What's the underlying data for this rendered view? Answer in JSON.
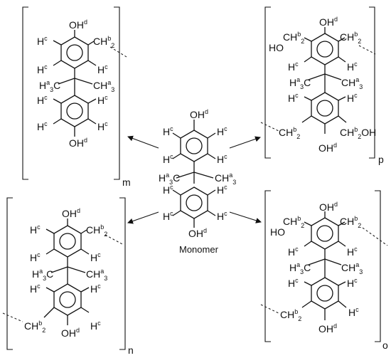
{
  "caption": "Monomer",
  "labels": {
    "OH": "OH",
    "H": "H",
    "CH": "CH",
    "C": "C",
    "3": "3",
    "2": "2",
    "a": "a",
    "b": "b",
    "c": "c",
    "d": "d",
    "HO": "HO"
  },
  "subscripts": {
    "m": "m",
    "p": "p",
    "n": "n",
    "o": "o"
  },
  "colors": {
    "ink": "#111111",
    "background": "#ffffff"
  }
}
